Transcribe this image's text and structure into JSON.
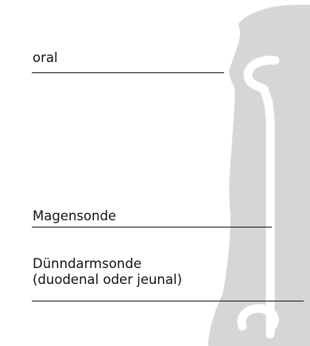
{
  "labels": {
    "oral": "oral",
    "magensonde": "Magensonde",
    "duenndarmsonde_line1": "Dünndarmsonde",
    "duenndarmsonde_line2": "(duodenal oder jeunal)"
  },
  "colors": {
    "head_silhouette": "#d6d6d6",
    "nasal_passage": "#ffffff",
    "text": "#111111",
    "leader_line": "#111111",
    "background": "#ffffff"
  }
}
